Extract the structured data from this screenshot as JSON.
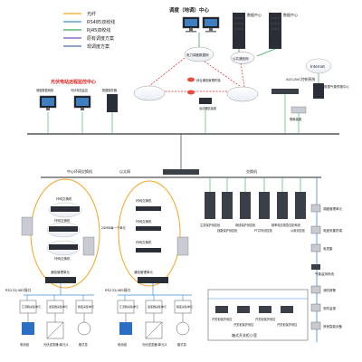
{
  "legend": {
    "items": [
      {
        "label": "光纤",
        "color": "#f5a623"
      },
      {
        "label": "RS485双绞线",
        "color": "#3a8fd9"
      },
      {
        "label": "RJ45双绞线",
        "color": "#37a85a"
      },
      {
        "label": "原有调度方案",
        "color": "#7a4fc4"
      },
      {
        "label": "现调度方案",
        "color": "#4a6fb8"
      }
    ]
  },
  "top": {
    "dispatch_center": "调度（地调）中心",
    "server_label_1": "数据中心",
    "server_label_2": "数据中心",
    "power_network": "电力调度数据网",
    "public_network": "公共通信网",
    "internet": "Internet",
    "weather_center": "数据气象预报中心",
    "agc_avc": "AGC/AVC控制系统",
    "remote_monitor": "光伏电站远程监控中心",
    "remote_ws1": "调度数据网络",
    "remote_ws2": "光伏电站监控",
    "remote_srv": "数据服务器",
    "router1": "综合通信管理终端",
    "router2": "远动通信装置",
    "firewall": "隔离装置"
  },
  "mid": {
    "left_switch": "中心环网交换机",
    "ethernet": "以太网",
    "right_switch": "交换机",
    "left_ring": [
      {
        "label": "环网交换机"
      },
      {
        "label": "环网交换机"
      },
      {
        "label": "环网交换机"
      }
    ],
    "right_ring": [
      {
        "label": "环网交换机"
      },
      {
        "label": "环网交换机"
      },
      {
        "label": "环网交换机"
      }
    ],
    "mw_note": "20MW每一个单元",
    "comm_mgr_left": "通信管理单元",
    "comm_mgr_right": "通信管理单元",
    "rs_left": "RS232/485接口",
    "rs_right": "RS232/485接口"
  },
  "cabinets": [
    {
      "label": "主变保护测控柜"
    },
    {
      "label": "线路保护测控柜"
    },
    {
      "label": "母线保护测控柜"
    },
    {
      "label": "PT并列测控柜"
    },
    {
      "label": "频率电压紧急控制系统"
    },
    {
      "label": "公用测控柜"
    }
  ],
  "right_list": [
    {
      "label": "调度管理单元"
    },
    {
      "label": "电度采集终端"
    },
    {
      "label": "电表集"
    },
    {
      "label": "气象监测系统"
    },
    {
      "label": "消防报警"
    },
    {
      "label": "安防监视"
    },
    {
      "label": "其他智能设备"
    }
  ],
  "bottom": {
    "small_room": "箱式开关柜小室",
    "small_room_items": [
      {
        "label": "开关柜保护测控"
      },
      {
        "label": "开关柜保护测控"
      },
      {
        "label": "开关柜保护测控"
      },
      {
        "label": "开关柜保护测控"
      }
    ],
    "left_units": [
      {
        "label": "汇流箱采集单元"
      },
      {
        "label": "逆变器采集单元"
      },
      {
        "label": "箱变采集单元"
      }
    ],
    "right_units": [
      {
        "label": "汇流箱采集单元"
      },
      {
        "label": "逆变器采集单元"
      },
      {
        "label": "箱变采集单元"
      }
    ],
    "left_devices": [
      {
        "label": "电池组"
      },
      {
        "label": "光伏逆变器(单元)1"
      },
      {
        "label": "箱式变"
      }
    ],
    "right_devices": [
      {
        "label": "电池组"
      },
      {
        "label": "光伏逆变器(单元)1"
      },
      {
        "label": "箱式变"
      }
    ]
  }
}
